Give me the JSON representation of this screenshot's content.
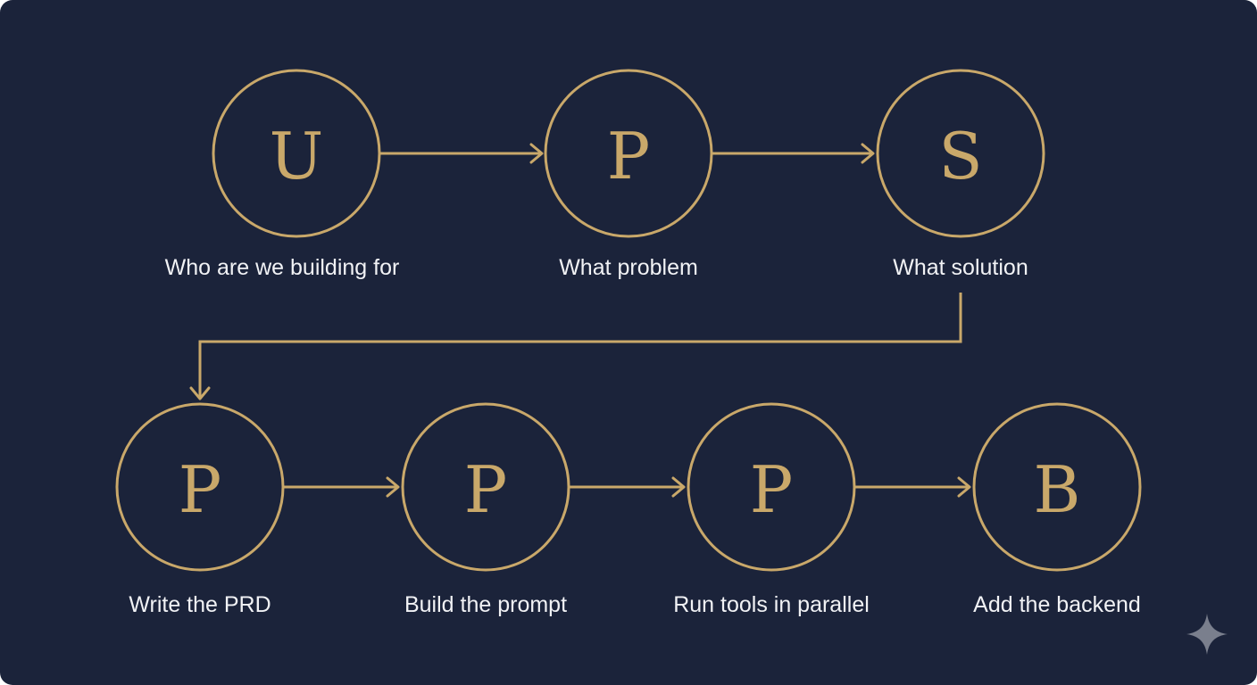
{
  "diagram": {
    "nodes": [
      {
        "letter": "U",
        "label": "Who are we building for"
      },
      {
        "letter": "P",
        "label": "What problem"
      },
      {
        "letter": "S",
        "label": "What solution"
      },
      {
        "letter": "P",
        "label": "Write the PRD"
      },
      {
        "letter": "P",
        "label": "Build the prompt"
      },
      {
        "letter": "P",
        "label": "Run tools in parallel"
      },
      {
        "letter": "B",
        "label": "Add the backend"
      }
    ]
  },
  "colors": {
    "background": "#1b233a",
    "accent": "#c9a86a",
    "label_text": "#f1f2f5",
    "watermark": "#8b8f9c"
  },
  "watermark": {
    "icon": "sparkle-icon"
  }
}
